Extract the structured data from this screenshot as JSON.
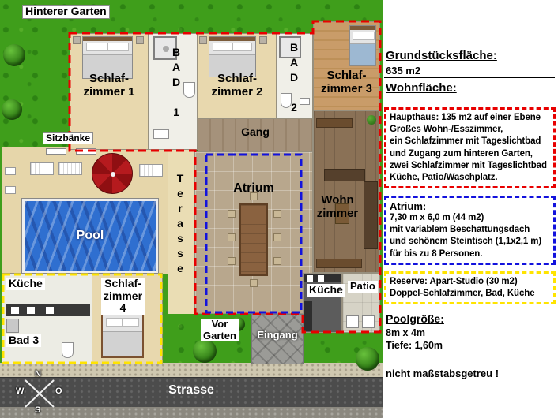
{
  "plan": {
    "labels": {
      "hinterer_garten": "Hinterer Garten",
      "schlafzimmer1": "Schlaf-\nzimmer 1",
      "bad1": "BAD 1",
      "schlafzimmer2": "Schlaf-\nzimmer 2",
      "bad2": "BAD 2",
      "schlafzimmer3": "Schlaf-\nzimmer 3",
      "gang": "Gang",
      "sitzbaenke": "Sitzbänke",
      "terasse": "Terasse",
      "atrium": "Atrium",
      "wohnzimmer": "Wohn\nzimmer",
      "pool": "Pool",
      "kueche_links": "Küche",
      "schlafzimmer4": "Schlaf-\nzimmer\n4",
      "bad3": "Bad 3",
      "kueche_rechts": "Küche",
      "patio": "Patio",
      "vor_garten": "Vor\nGarten",
      "eingang": "Eingang",
      "strasse": "Strasse"
    },
    "compass": {
      "n": "N",
      "o": "O",
      "s": "S",
      "w": "W"
    }
  },
  "sidebar": {
    "grundstuecksflaeche_title": "Grundstücksfläche:",
    "grundstuecksflaeche_value": "635 m2",
    "wohnflaeche_title": "Wohnfläche:",
    "haupthaus_text": "Haupthaus: 135 m2 auf einer Ebene\nGroßes Wohn-/Esszimmer,\nein Schlafzimmer mit Tageslichtbad\nund Zugang zum hinteren Garten,\nzwei Schlafzimmer mit Tageslichtbad\nKüche, Patio/Waschplatz.",
    "atrium_title": "Atrium:",
    "atrium_text": "7,30 m x 6,0 m (44 m2)\nmit variablem Beschattungsdach\nund schönem Steintisch (1,1x2,1 m)\nfür bis zu 8 Personen.",
    "reserve_text": "Reserve: Apart-Studio (30 m2)\nDoppel-Schlafzimmer, Bad, Küche",
    "poolgroesse_title": "Poolgröße:",
    "poolgroesse_value": "8m x 4m\nTiefe: 1,60m",
    "note": "nicht maßstabsgetreu !"
  },
  "colors": {
    "outline_red": "#e80000",
    "outline_blue": "#1212dd",
    "outline_yellow": "#ffe400",
    "grass": "#3f9e1b",
    "pool_water": "#2f6fd0",
    "road": "#4c4c4c"
  }
}
